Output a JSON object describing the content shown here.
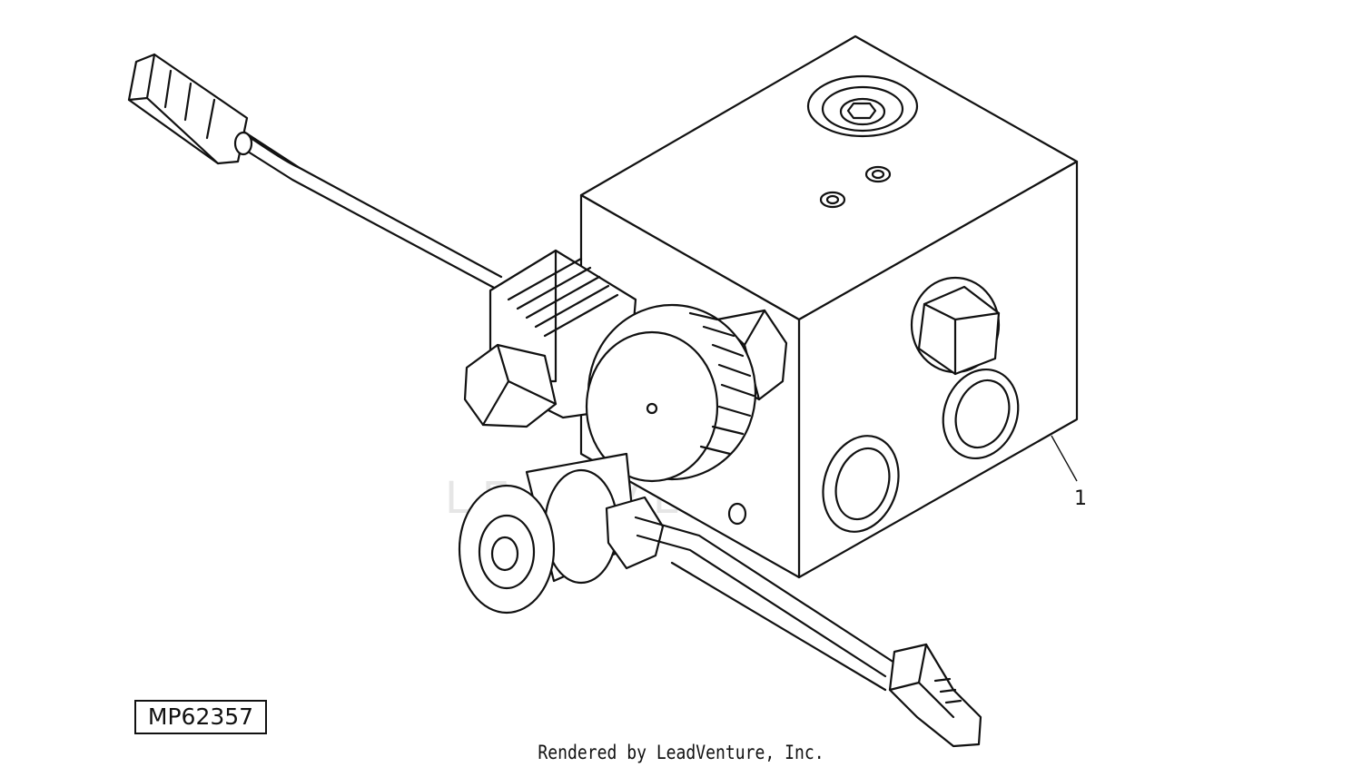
{
  "diagram": {
    "figure_id": "MP62357",
    "callouts": [
      {
        "label": "1"
      }
    ],
    "watermark_text": "LEADVENTURE",
    "credit": "Rendered by LeadVenture, Inc."
  }
}
